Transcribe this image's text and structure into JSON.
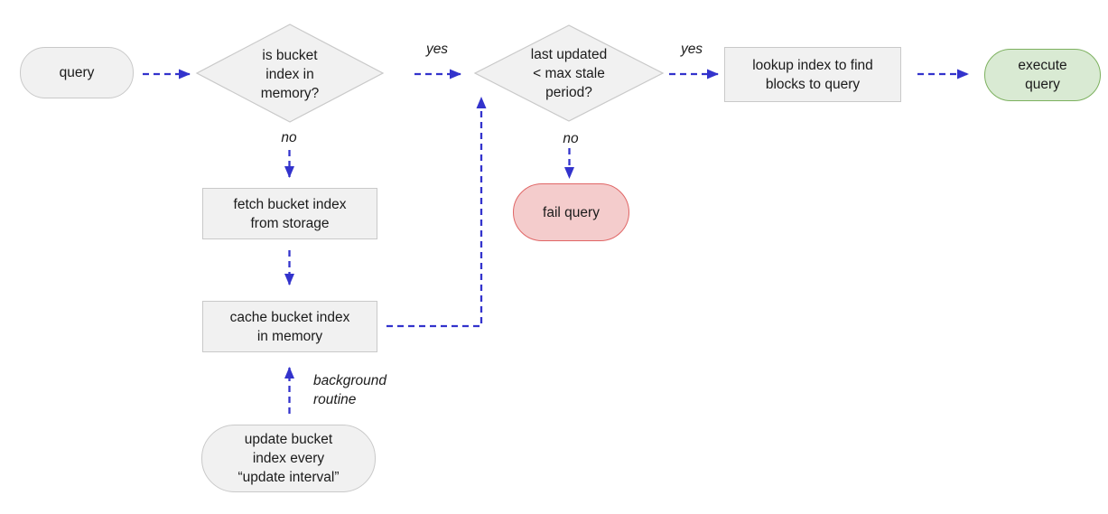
{
  "colors": {
    "arrow": "#3333cc",
    "node_fill": "#f1f1f1",
    "node_border": "#c9c9c9",
    "fail_fill": "#f4cccc",
    "fail_border": "#e06666",
    "success_fill": "#d9ead3",
    "success_border": "#7db15f",
    "text": "#1b1b1b"
  },
  "nodes": {
    "query": {
      "label": "query"
    },
    "decision_index_in_memory": {
      "label": "is bucket\nindex in\nmemory?"
    },
    "fetch_index": {
      "label": "fetch bucket index\nfrom storage"
    },
    "cache_index": {
      "label": "cache bucket index\nin memory"
    },
    "decision_stale_period": {
      "label": "last updated\n< max stale\nperiod?"
    },
    "fail_query": {
      "label": "fail query"
    },
    "lookup_index": {
      "label": "lookup index to find\nblocks to query"
    },
    "execute_query": {
      "label": "execute\nquery"
    },
    "update_routine": {
      "label": "update bucket\nindex every\n“update interval”"
    }
  },
  "edge_labels": {
    "yes_memory": "yes",
    "no_memory": "no",
    "yes_stale": "yes",
    "no_stale": "no",
    "background_routine": "background\nroutine"
  }
}
